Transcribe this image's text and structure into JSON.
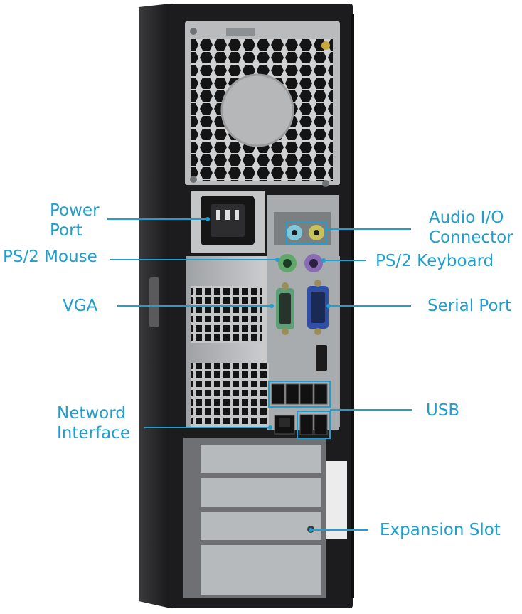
{
  "labels": {
    "power_port": [
      "Power",
      "Port"
    ],
    "ps2_mouse": "PS/2 Mouse",
    "vga": "VGA",
    "network_interface": [
      "Netword",
      "Interface"
    ],
    "audio_io": [
      "Audio I/O",
      "Connector"
    ],
    "ps2_keyboard": "PS/2 Keyboard",
    "serial_port": "Serial Port",
    "usb": "USB",
    "expansion_slot": "Expansion Slot"
  },
  "colors": {
    "accent": "#1e9fd0",
    "chassis": "#1c1c1e",
    "panel": "#b9bbbd",
    "mouse_port": "#5fa86a",
    "keyboard_port": "#8a6cb4",
    "vga_port": "#2f4fa6",
    "audio_line_in": "#7fc8dc",
    "audio_line_out": "#c7c25a"
  }
}
